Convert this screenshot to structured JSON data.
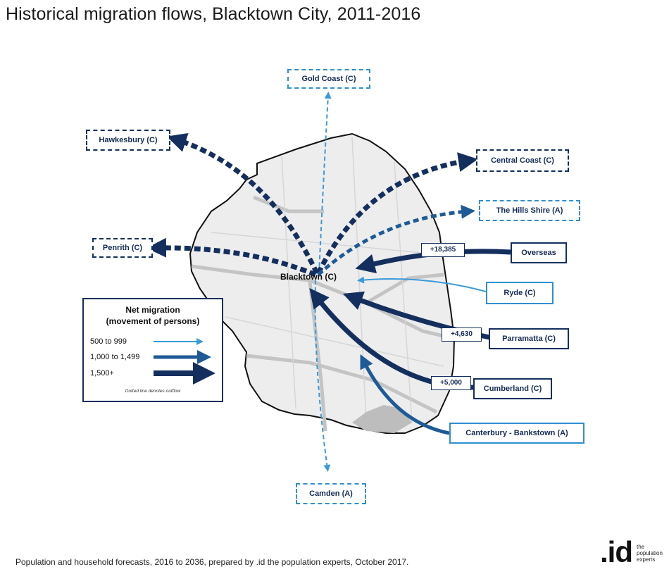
{
  "title": "Historical migration flows, Blacktown City, 2011-2016",
  "center": "Blacktown (C)",
  "legend": {
    "title_line1": "Net migration",
    "title_line2": "(movement of persons)",
    "rows": [
      {
        "label": "500 to 999",
        "color": "#3a9ad9"
      },
      {
        "label": "1,000 to 1,499",
        "color": "#1e5a96"
      },
      {
        "label": "1,500+",
        "color": "#142f5e"
      }
    ],
    "note": "Dotted line denotes outflow"
  },
  "flows": [
    {
      "place": "Gold Coast (C)",
      "direction": "outflow",
      "category": "500 to 999"
    },
    {
      "place": "Hawkesbury (C)",
      "direction": "outflow",
      "category": "1,500+"
    },
    {
      "place": "Central Coast (C)",
      "direction": "outflow",
      "category": "1,500+"
    },
    {
      "place": "The Hills Shire (A)",
      "direction": "outflow",
      "category": "1,000 to 1,499"
    },
    {
      "place": "Penrith (C)",
      "direction": "outflow",
      "category": "1,500+"
    },
    {
      "place": "Overseas",
      "direction": "inflow",
      "category": "1,500+",
      "value": "+18,385"
    },
    {
      "place": "Ryde (C)",
      "direction": "inflow",
      "category": "500 to 999"
    },
    {
      "place": "Parramatta (C)",
      "direction": "inflow",
      "category": "1,500+",
      "value": "+4,630"
    },
    {
      "place": "Cumberland (C)",
      "direction": "inflow",
      "category": "1,500+",
      "value": "+5,000"
    },
    {
      "place": "Canterbury - Bankstown (A)",
      "direction": "inflow",
      "category": "1,000 to 1,499"
    },
    {
      "place": "Camden (A)",
      "direction": "outflow",
      "category": "500 to 999"
    }
  ],
  "colors": {
    "dark": "#142f5e",
    "mid": "#1e5a96",
    "light": "#3a9ad9"
  },
  "footer": "Population and household forecasts, 2016 to 2036, prepared by .id the population experts, October 2017.",
  "logo": {
    "mark": ".id",
    "tagline_1": "the",
    "tagline_2": "population",
    "tagline_3": "experts"
  }
}
